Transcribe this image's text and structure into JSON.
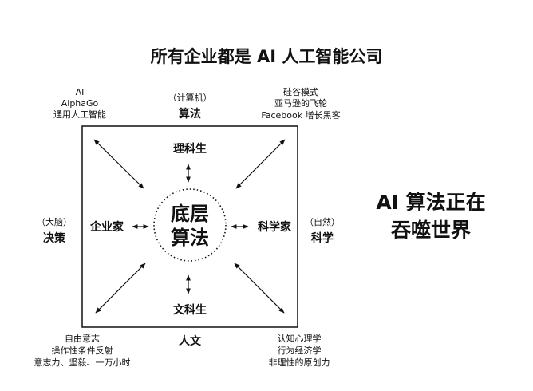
{
  "title": "所有企业都是 AI 人工智能公司",
  "center": {
    "line1": "底层",
    "line2": "算法"
  },
  "inner": {
    "top": "理科生",
    "bottom": "文科生",
    "left": "企业家",
    "right": "科学家"
  },
  "outer": {
    "top": {
      "sub": "（计算机）",
      "main": "算法"
    },
    "bottom": {
      "main": "人文"
    },
    "left": {
      "sub": "（大脑）",
      "main": "决策"
    },
    "right": {
      "sub": "（自然）",
      "main": "科学"
    }
  },
  "corners": {
    "top_left": [
      "AI",
      "AlphaGo",
      "通用人工智能"
    ],
    "top_right": [
      "硅谷模式",
      "亚马逊的飞轮",
      "Facebook 增长黑客"
    ],
    "bottom_left": [
      "自由意志",
      "操作性条件反射",
      "意志力、坚毅、一万小时"
    ],
    "bottom_right": [
      "认知心理学",
      "行为经济学",
      "非理性的原创力"
    ]
  },
  "slogan": {
    "line1": "AI 算法正在",
    "line2": "吞噬世界"
  }
}
